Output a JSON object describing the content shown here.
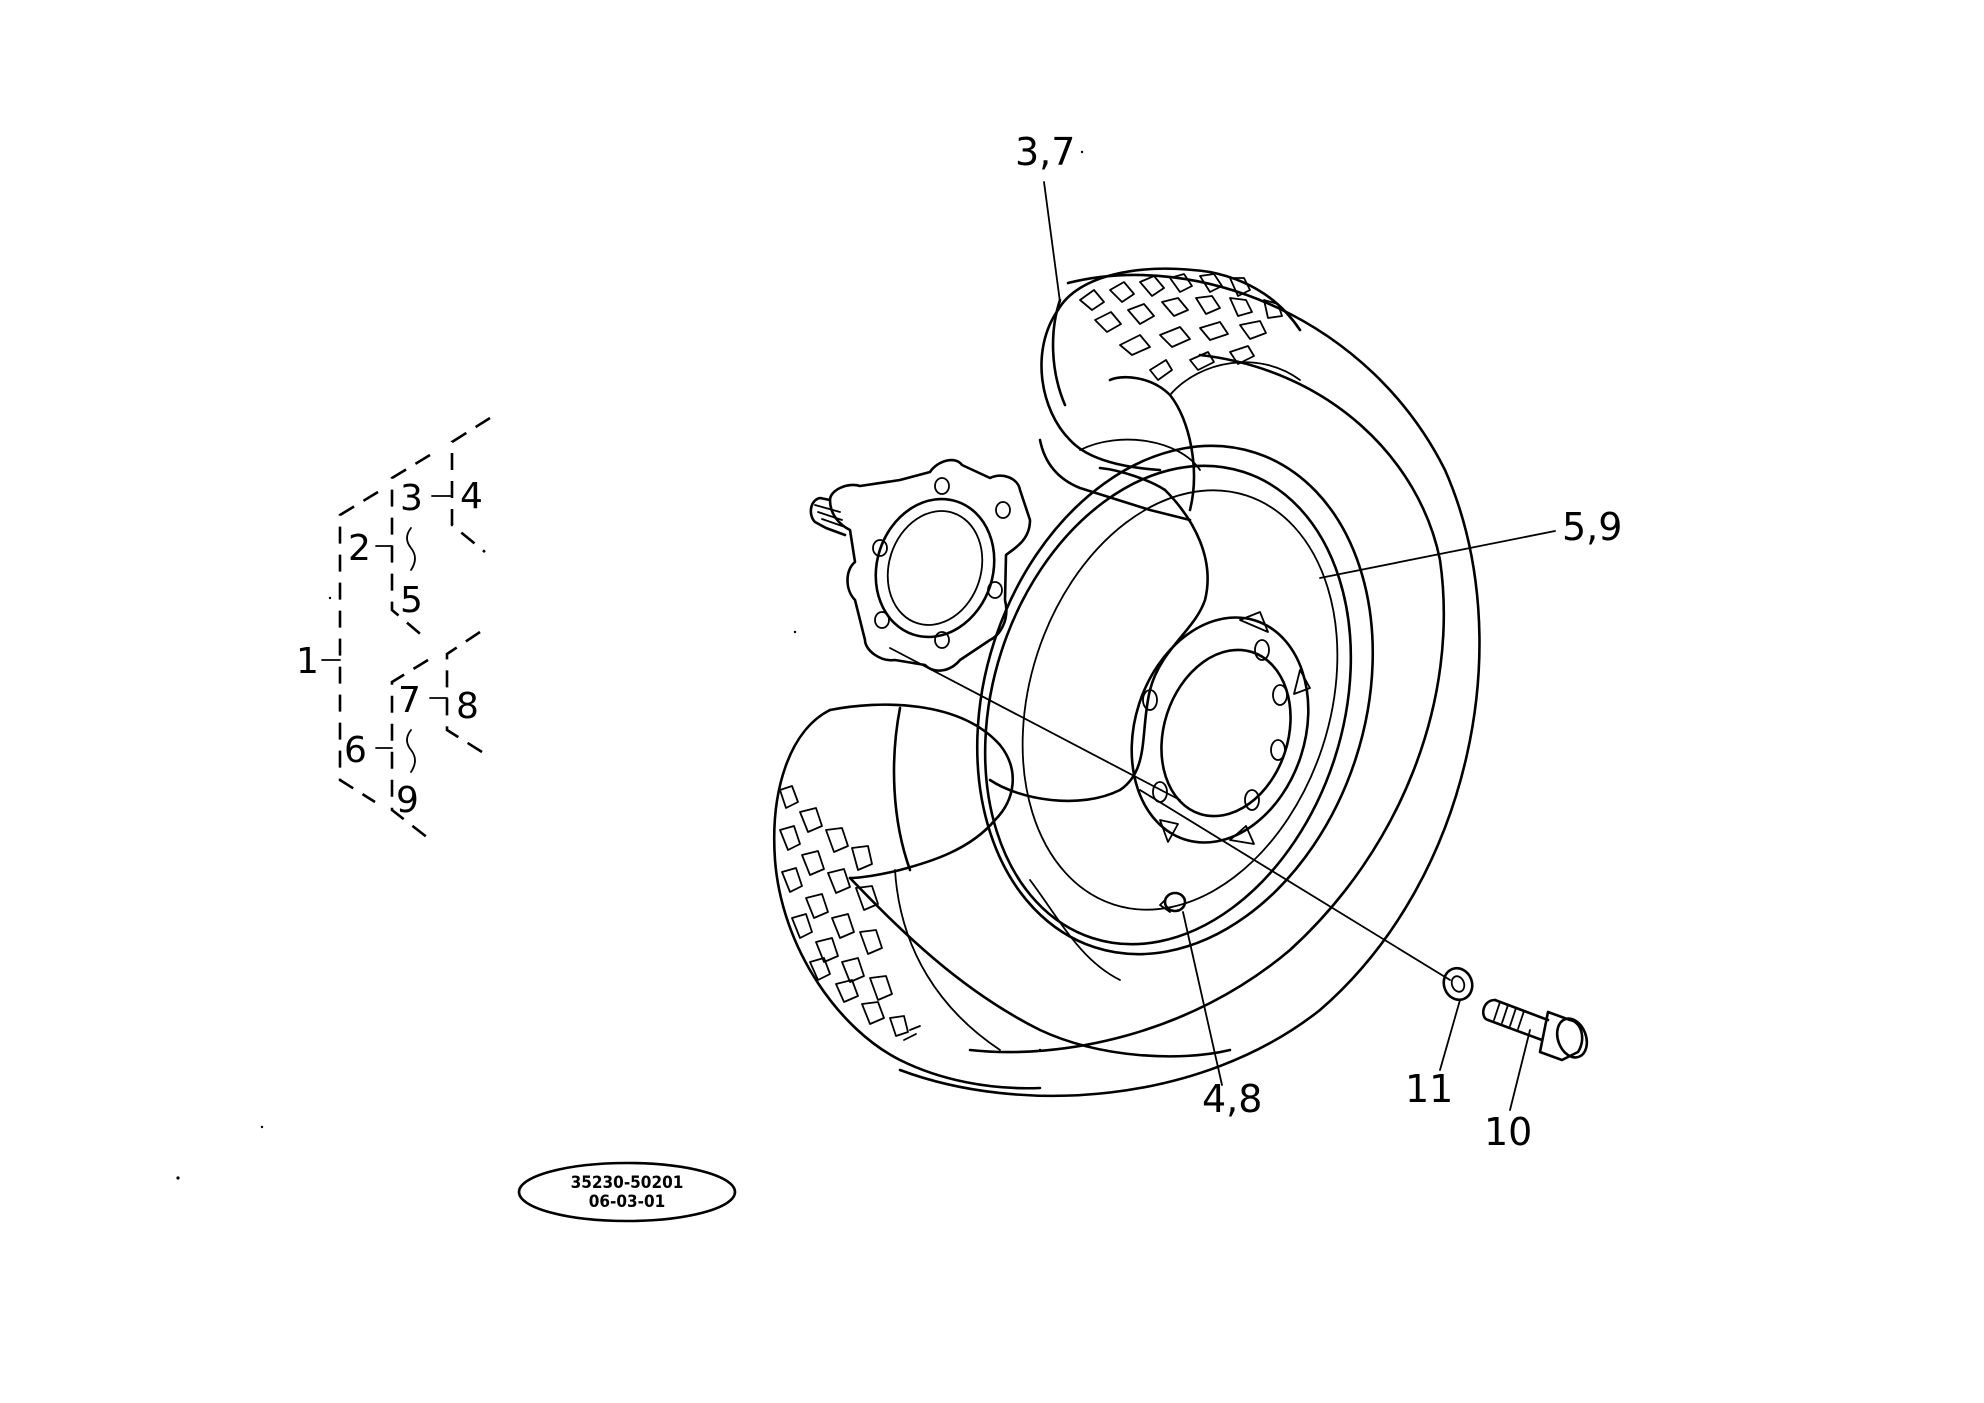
{
  "callouts": {
    "tire_upper": "3,7",
    "rim": "5,9",
    "valve": "4,8",
    "washer": "11",
    "bolt": "10"
  },
  "tree": {
    "n1": "1",
    "n2": "2",
    "n3": "3",
    "n4": "4",
    "n5": "5",
    "n6": "6",
    "n7": "7",
    "n8": "8",
    "n9": "9"
  },
  "stamp": {
    "part_number": "35230-50201",
    "date": "06-03-01"
  }
}
